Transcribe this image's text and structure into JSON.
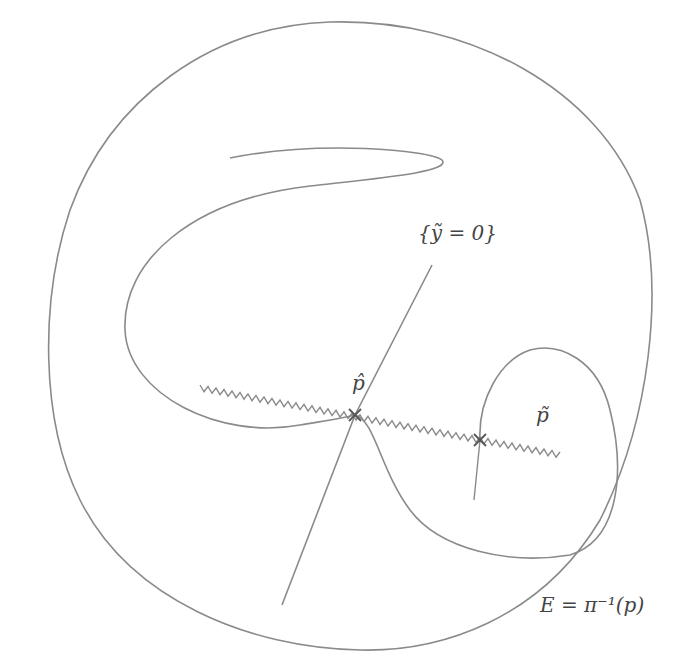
{
  "diagram": {
    "labels": [
      "{ỹ = 0}",
      "p̂",
      "p̃",
      "E = π⁻¹(p)"
    ]
  }
}
